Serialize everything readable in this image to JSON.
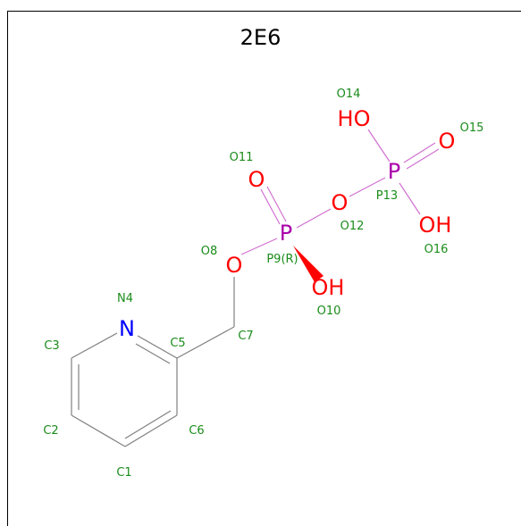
{
  "title": "2E6",
  "colors": {
    "carbon_label": "#1a8c1a",
    "nitrogen": "#0000ff",
    "oxygen": "#ff0000",
    "phosphorus": "#aa00aa",
    "bond": "#808080",
    "frame": "#000000"
  },
  "elements": {
    "n": "N",
    "o8": "O",
    "o11": "O",
    "o12": "O",
    "o15": "O",
    "p9": "P",
    "p13": "P",
    "oh10": "OH",
    "oh14": "HO",
    "oh16": "OH"
  },
  "atom_labels": {
    "c1": "C1",
    "c2": "C2",
    "c3": "C3",
    "n4": "N4",
    "c5": "C5",
    "c6": "C6",
    "c7": "C7",
    "o8": "O8",
    "p9": "P9(R)",
    "o10": "O10",
    "o11": "O11",
    "o12": "O12",
    "p13": "P13",
    "o14": "O14",
    "o15": "O15",
    "o16": "O16"
  }
}
